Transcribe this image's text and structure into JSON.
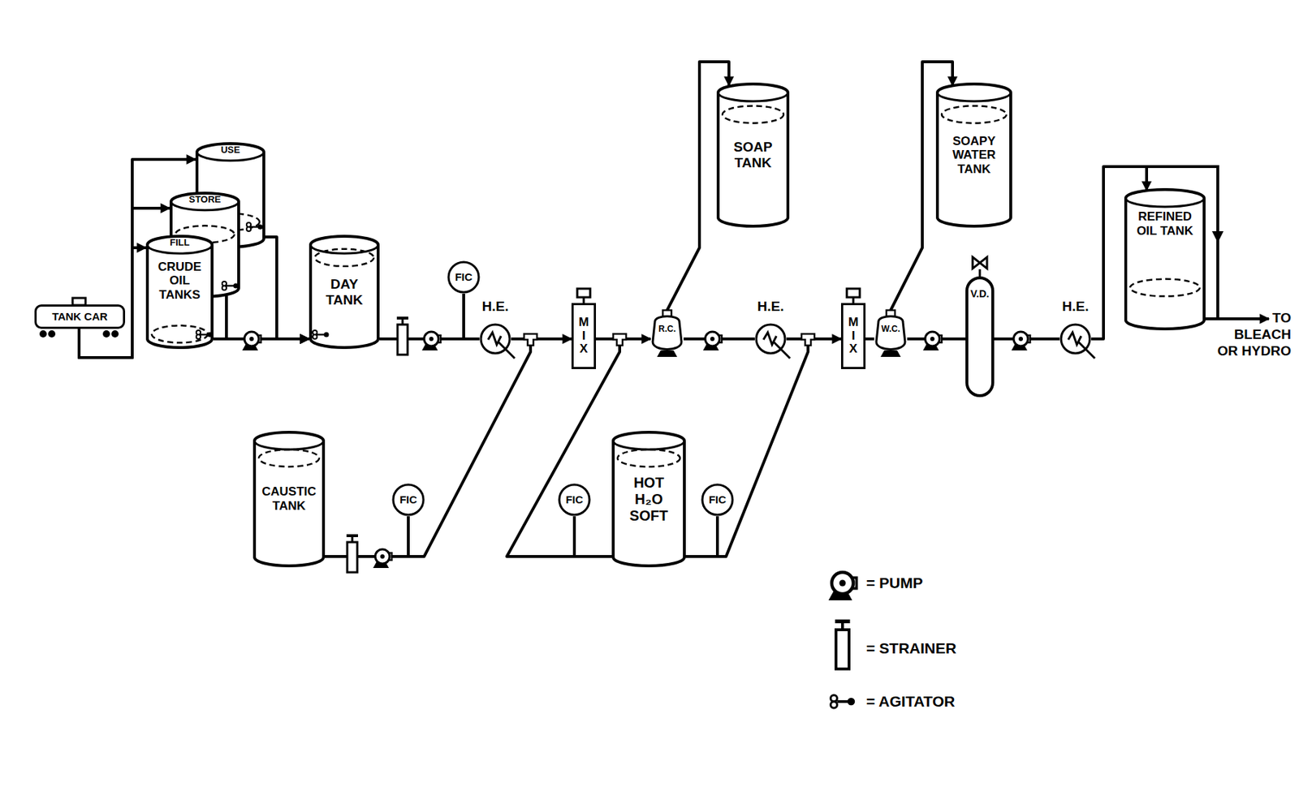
{
  "diagram": {
    "nodes": [
      {
        "text": [
          "TANK CAR"
        ]
      },
      {
        "text": [
          "USE"
        ]
      },
      {
        "text": [
          "STORE"
        ]
      },
      {
        "text": [
          "FILL",
          "CRUDE OIL TANKS"
        ]
      },
      {
        "text": [
          "DAY TANK"
        ]
      },
      {
        "text": [
          "FIC"
        ]
      },
      {
        "text": [
          "H.E."
        ]
      },
      {
        "text": [
          "MIX"
        ]
      },
      {
        "text": [
          "R.C."
        ]
      },
      {
        "text": [
          "SOAP TANK"
        ]
      },
      {
        "text": [
          "H.E."
        ]
      },
      {
        "text": [
          "MIX"
        ]
      },
      {
        "text": [
          "W.C."
        ]
      },
      {
        "text": [
          "SOAPY WATER TANK"
        ]
      },
      {
        "text": [
          "V.D."
        ]
      },
      {
        "text": [
          "H.E."
        ]
      },
      {
        "text": [
          "REFINED OIL TANK"
        ]
      },
      {
        "text": [
          "CAUSTIC TANK"
        ]
      },
      {
        "text": [
          "FIC"
        ]
      },
      {
        "text": [
          "HOT H₂O SOFT"
        ]
      },
      {
        "text": [
          "FIC"
        ]
      },
      {
        "text": [
          "FIC"
        ]
      }
    ],
    "edges": [
      {
        "from": 0,
        "to": 3,
        "arrow": "to"
      },
      {
        "from": 0,
        "to": 2,
        "arrow": "to"
      },
      {
        "from": 0,
        "to": 1,
        "arrow": "to"
      },
      {
        "from": 3,
        "to": 4,
        "arrow": "to"
      },
      {
        "from": 2,
        "to": 4,
        "arrow": "to"
      },
      {
        "from": 1,
        "to": 4,
        "arrow": "to"
      },
      {
        "from": 4,
        "to": 6,
        "arrow": "none"
      },
      {
        "from": 6,
        "to": 7,
        "arrow": "none"
      },
      {
        "from": 17,
        "to": 7,
        "arrow": "to"
      },
      {
        "from": 7,
        "to": 8,
        "arrow": "none"
      },
      {
        "from": 19,
        "to": 8,
        "arrow": "to"
      },
      {
        "from": 8,
        "to": 9,
        "arrow": "to"
      },
      {
        "from": 8,
        "to": 10,
        "arrow": "none"
      },
      {
        "from": 10,
        "to": 11,
        "arrow": "none"
      },
      {
        "from": 19,
        "to": 11,
        "arrow": "to"
      },
      {
        "from": 11,
        "to": 12,
        "arrow": "none"
      },
      {
        "from": 12,
        "to": 13,
        "arrow": "to"
      },
      {
        "from": 12,
        "to": 14,
        "arrow": "none"
      },
      {
        "from": 14,
        "to": 15,
        "arrow": "none"
      },
      {
        "from": 15,
        "to": 16,
        "arrow": "to"
      }
    ],
    "labels": [
      "TO BLEACH OR HYDRO"
    ],
    "legend": [
      {
        "text": "= PUMP"
      },
      {
        "text": "= STRAINER"
      },
      {
        "text": "= AGITATOR"
      }
    ]
  }
}
